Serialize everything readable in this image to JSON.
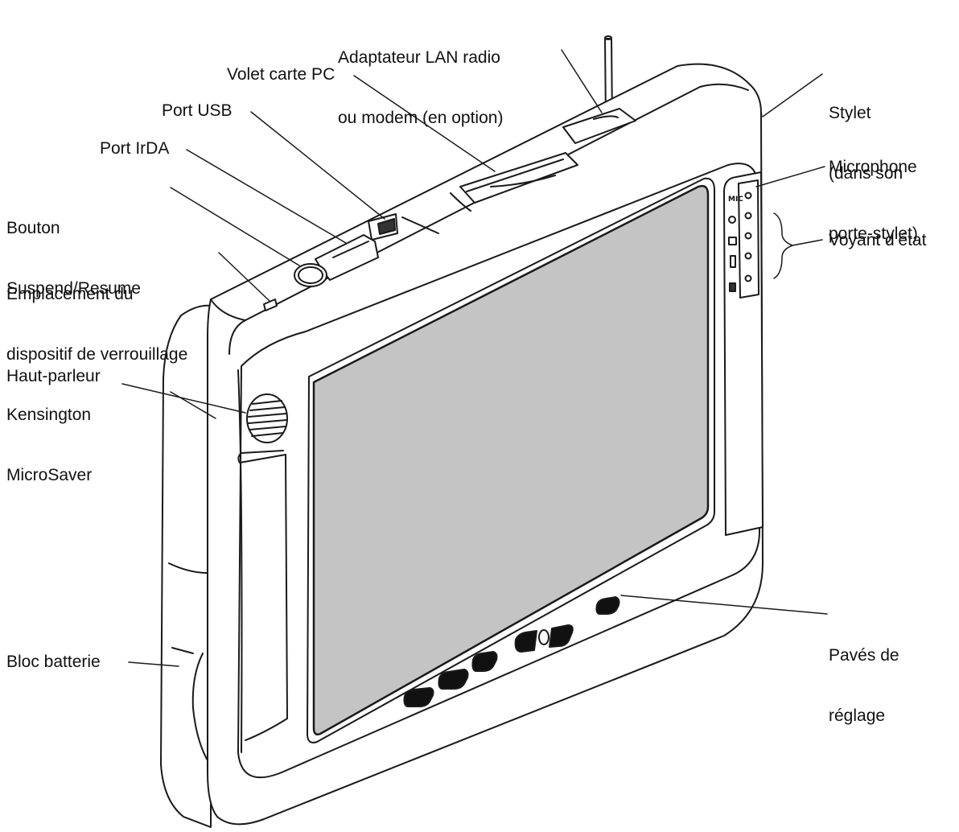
{
  "labels": {
    "lan": [
      "Adaptateur LAN radio",
      "ou modem (en option)"
    ],
    "pccard": "Volet carte PC",
    "usb": "Port USB",
    "irda": "Port IrDA",
    "suspend": [
      "Bouton",
      "Suspend/Resume"
    ],
    "kensington": [
      "Emplacement du",
      "dispositif de verrouillage",
      "Kensington",
      "MicroSaver"
    ],
    "speaker": "Haut-parleur",
    "battery": "Bloc batterie",
    "stylus": [
      "Stylet",
      "(dans son",
      "porte-stylet)"
    ],
    "microphone": "Microphone",
    "status": "Voyant d’état",
    "pads": [
      "Pavés de",
      "réglage"
    ]
  },
  "panel_text": "MIC"
}
